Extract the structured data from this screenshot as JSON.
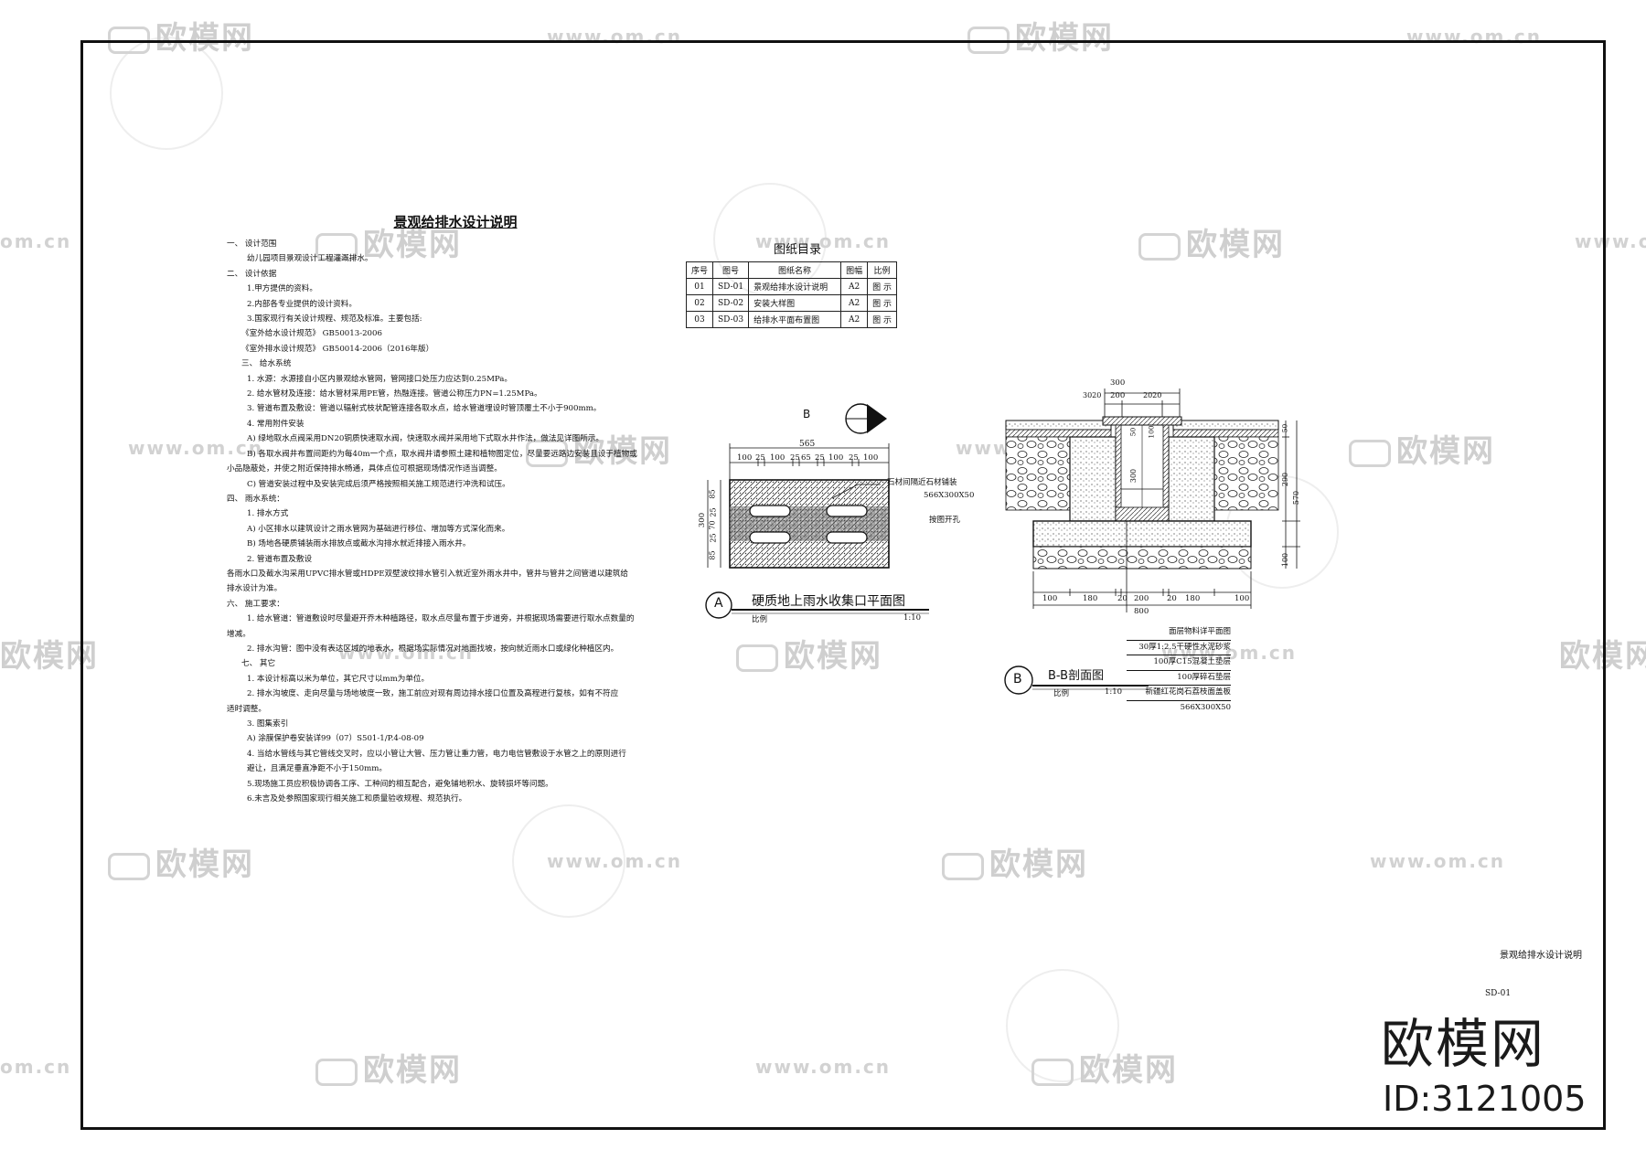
{
  "sheet": {
    "title_block_name": "景观给排水设计说明",
    "title_block_no": "SD-01"
  },
  "watermark": {
    "brand": "欧模网",
    "url": "www.om.cn",
    "url_short": "om.cn",
    "id": "ID:3121005"
  },
  "notes": {
    "title": "景观给排水设计说明",
    "lines": [
      {
        "t": "一、 设计范围",
        "c": ""
      },
      {
        "t": "幼儿园项目景观设计工程灌溉排水。",
        "c": "ind1"
      },
      {
        "t": "二、 设计依据",
        "c": ""
      },
      {
        "t": "1.甲方提供的资料。",
        "c": "ind1"
      },
      {
        "t": "2.内部各专业提供的设计资料。",
        "c": "ind1"
      },
      {
        "t": "3.国家现行有关设计规程、规范及标准。主要包括:",
        "c": "ind1"
      },
      {
        "t": "《室外给水设计规范》 GB50013-2006",
        "c": "ind2"
      },
      {
        "t": "《室外排水设计规范》 GB50014-2006（2016年版）",
        "c": "ind2"
      },
      {
        "t": "三、 给水系统",
        "c": "ind2"
      },
      {
        "t": "1. 水源：水源接自小区内景观给水管网，管网接口处压力应达到0.25MPa。",
        "c": "ind1"
      },
      {
        "t": "2. 给水管材及连接：给水管材采用PE管，热融连接。管道公称压力PN=1.25MPa。",
        "c": "ind1"
      },
      {
        "t": "3. 管道布置及敷设：管道以辐射式枝状配管连接各取水点，给水管道埋设时管顶覆土不小于900mm。",
        "c": "ind1"
      },
      {
        "t": "4. 常用附件安装",
        "c": "ind1"
      },
      {
        "t": "A) 绿地取水点阀采用DN20铜质快速取水阀，快速取水阀并采用地下式取水井作法，做法见详图所示。",
        "c": "ind1"
      },
      {
        "t": "B) 各取水阀井布置间距约为每40m一个点，取水阀井请参照土建和植物图定位，尽量要远路边安装且设于植物或",
        "c": "ind1"
      },
      {
        "t": "小品隐蔽处，并使之附近保持排水畅通，具体点位可根据现场情况作适当调整。",
        "c": ""
      },
      {
        "t": "C) 管道安装过程中及安装完成后须严格按照相关施工规范进行冲洗和试压。",
        "c": "ind1"
      },
      {
        "t": "四、 雨水系统：",
        "c": ""
      },
      {
        "t": "1. 排水方式",
        "c": "ind1"
      },
      {
        "t": "A) 小区排水以建筑设计之雨水管网为基础进行移位、增加等方式深化而来。",
        "c": "ind1"
      },
      {
        "t": "B) 场地各硬质铺装雨水排放点或截水沟排水就近排接入雨水井。",
        "c": "ind1"
      },
      {
        "t": "2. 管道布置及敷设",
        "c": "ind1"
      },
      {
        "t": "各雨水口及截水沟采用UPVC排水管或HDPE双壁波纹排水管引入就近室外雨水井中，管井与管井之间管道以建筑给",
        "c": ""
      },
      {
        "t": "排水设计为准。",
        "c": ""
      },
      {
        "t": " ",
        "c": ""
      },
      {
        "t": "六、 施工要求：",
        "c": ""
      },
      {
        "t": "1. 给水管道：管道敷设时尽量避开乔木种植路径，取水点尽量布置于步道旁，并根据现场需要进行取水点数量的",
        "c": "ind1"
      },
      {
        "t": "增减。",
        "c": ""
      },
      {
        "t": "2. 排水沟管：图中没有表达区域的地表水，根据场实际情况对地面找坡，按向就近雨水口或绿化种植区内。",
        "c": "ind1"
      },
      {
        "t": "七、 其它",
        "c": "ind2"
      },
      {
        "t": "1. 本设计标高以米为单位，其它尺寸以mm为单位。",
        "c": "ind1"
      },
      {
        "t": "2. 排水沟坡度、走向尽量与场地坡度一致，施工前应对现有周边排水接口位置及高程进行复核，如有不符应",
        "c": "ind1"
      },
      {
        "t": "适时调整。",
        "c": ""
      },
      {
        "t": "3. 图集索引",
        "c": "ind1"
      },
      {
        "t": "A) 涂膜保护卷安装详99（07）S501-1/P.4-08-09",
        "c": "ind1"
      },
      {
        "t": "4. 当给水管线与其它管线交叉时，应以小管让大管、压力管让重力管，电力电信管敷设于水管之上的原则进行",
        "c": "ind1"
      },
      {
        "t": "避让，且满足垂直净距不小于150mm。",
        "c": "ind1"
      },
      {
        "t": "5.现场施工员应积极协调各工序、工种间的相互配合，避免铺地积水、旋转损坏等问题。",
        "c": "ind1"
      },
      {
        "t": "6.未言及处参照国家现行相关施工和质量验收规程、规范执行。",
        "c": "ind1"
      }
    ]
  },
  "drawing_index": {
    "title": "图纸目录",
    "headers": [
      "序号",
      "图号",
      "图纸名称",
      "图幅",
      "比例"
    ],
    "rows": [
      [
        "01",
        "SD-01",
        "景观给排水设计说明",
        "A2",
        "图 示"
      ],
      [
        "02",
        "SD-02",
        "安装大样图",
        "A2",
        "图 示"
      ],
      [
        "03",
        "SD-03",
        "给排水平面布置图",
        "A2",
        "图 示"
      ]
    ]
  },
  "plan_a": {
    "marker": "A",
    "title": "硬质地上雨水收集口平面图",
    "scale_label": "比例",
    "scale": "1:10",
    "section_marker": "B",
    "total_dim": "565",
    "top_dims": [
      "100",
      "25",
      "100",
      "25",
      "65",
      "25",
      "100",
      "25",
      "100"
    ],
    "left_total": "300",
    "left_dims": [
      "85",
      "25",
      "70",
      "25",
      "85"
    ],
    "note1": "石材间隔近石材铺装",
    "note2": "566X300X50",
    "note3": "按图开孔"
  },
  "section_b": {
    "marker": "B",
    "title": "B-B剖面图",
    "scale_label": "比例",
    "scale": "1:10",
    "top_total": "300",
    "top_sub1": "200",
    "top_small_l": "3020",
    "top_small_r": "2020",
    "inner_depth": "300",
    "inner_50": "50",
    "inner_100": "100",
    "right_dims": [
      "290",
      "570",
      "100"
    ],
    "right_top": "50",
    "bottom_dims": [
      "100",
      "180",
      "20",
      "200",
      "20",
      "180",
      "100"
    ],
    "bottom_total": "800",
    "layers": [
      "面层物料详平面图",
      "30厚1:2.5干硬性水泥砂浆",
      "100厚C15混凝土垫层",
      "100厚碎石垫层",
      "新疆红花岗石荔枝面盖板",
      "566X300X50"
    ]
  }
}
